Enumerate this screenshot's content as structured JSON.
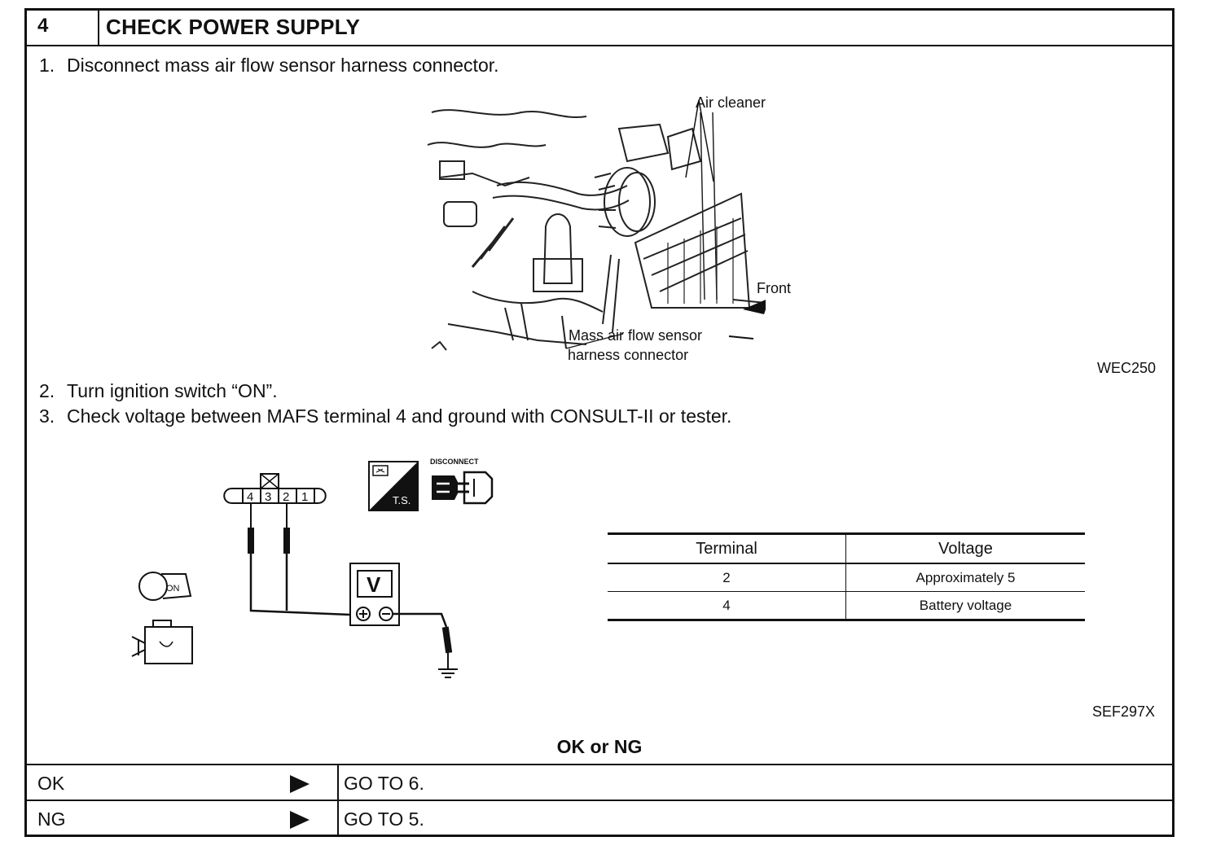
{
  "header": {
    "step_number": "4",
    "title": "CHECK POWER SUPPLY"
  },
  "steps": [
    {
      "number": "1.",
      "text": "Disconnect mass air flow sensor harness connector."
    },
    {
      "number": "2.",
      "text": "Turn ignition switch “ON”."
    },
    {
      "number": "3.",
      "text": "Check voltage between MAFS terminal 4 and ground with CONSULT-II or tester."
    }
  ],
  "figure1": {
    "code": "WEC250",
    "labels": {
      "air_cleaner": "Air cleaner",
      "front": "Front",
      "mafs_line1": "Mass air flow sensor",
      "mafs_line2": "harness connector"
    }
  },
  "figure2": {
    "code": "SEF297X",
    "connector_terminals": [
      "4",
      "3",
      "2",
      "1"
    ],
    "meter_symbol": "V",
    "ts_label": "T.S.",
    "disconnect_label": "DISCONNECT",
    "ignition_label": "ON"
  },
  "voltage_table": {
    "headers": [
      "Terminal",
      "Voltage"
    ],
    "rows": [
      {
        "terminal": "2",
        "voltage": "Approximately 5"
      },
      {
        "terminal": "4",
        "voltage": "Battery voltage"
      }
    ]
  },
  "result": {
    "title": "OK or NG",
    "ok_label": "OK",
    "ok_action": "GO TO 6.",
    "ng_label": "NG",
    "ng_action": "GO TO 5."
  }
}
